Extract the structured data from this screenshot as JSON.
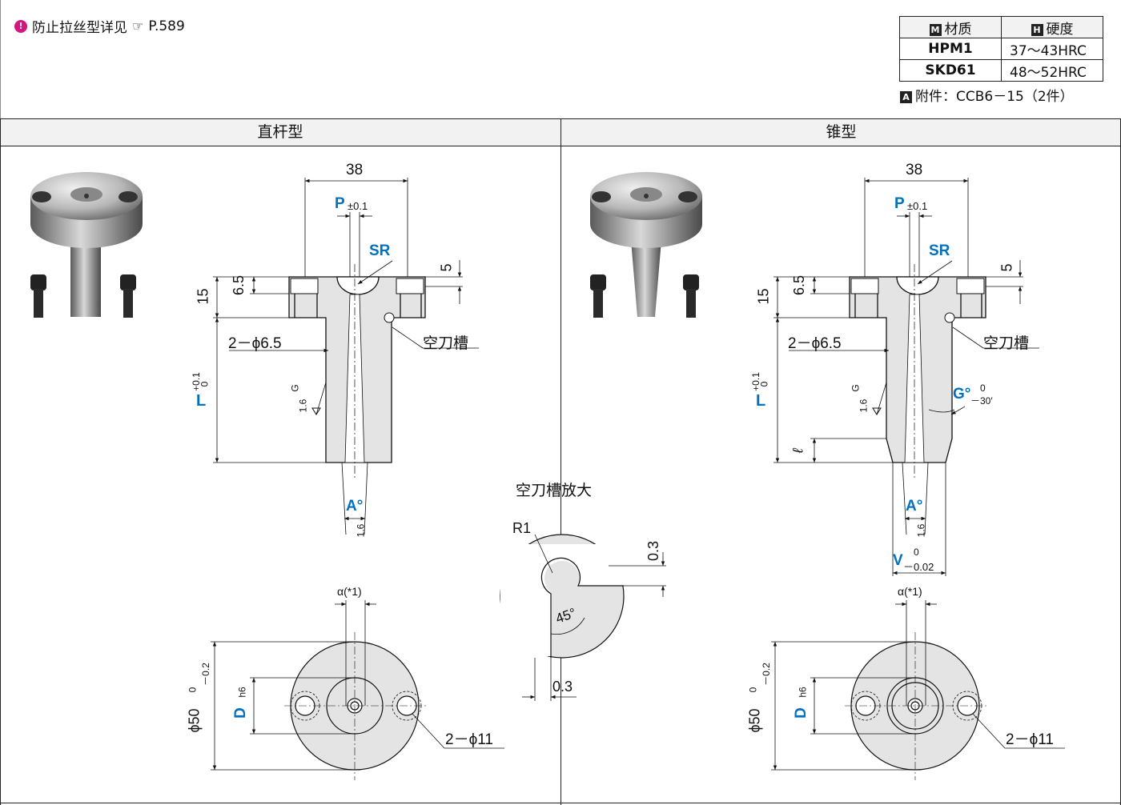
{
  "note": {
    "icon": "bulb-icon",
    "text": "防止拉丝型详见",
    "ref": "P.589"
  },
  "materials": {
    "headers": {
      "m_badge": "M",
      "m": "材质",
      "h_badge": "H",
      "h": "硬度"
    },
    "rows": [
      {
        "material": "HPM1",
        "hardness": "37～43HRC"
      },
      {
        "material": "SKD61",
        "hardness": "48～52HRC"
      }
    ],
    "accessory_badge": "A",
    "accessory": "附件：CCB6－15（2件）"
  },
  "sections": {
    "left": "直杆型",
    "right": "锥型"
  },
  "dims": {
    "width": "38",
    "p": "P",
    "p_tol": "±0.1",
    "sr": "SR",
    "five": "5",
    "fifteen": "15",
    "six_five": "6.5",
    "bolt_holes": "2－ϕ6.5",
    "relief": "空刀槽",
    "l": "L",
    "l_tol_up": "+0.1",
    "l_tol_dn": "0",
    "g": "G",
    "rough": "1.6",
    "a": "A°",
    "g_deg": "G°",
    "g_tol_up": "0",
    "g_tol_dn": "－30′",
    "ell": "ℓ",
    "v": "V",
    "v_tol_up": "0",
    "v_tol_dn": "－0.02",
    "alpha": "α(*1)",
    "phi50": "ϕ50",
    "phi50_up": "0",
    "phi50_dn": "－0.2",
    "d": "D",
    "d_sub": "h6",
    "phi11": "2－ϕ11"
  },
  "detail": {
    "title": "空刀槽放大",
    "r": "R1",
    "d03a": "0.3",
    "d45": "45°",
    "d03b": "0.3"
  },
  "colors": {
    "accent": "#0070c0",
    "part": "#e4e4e4",
    "line": "#111111"
  }
}
